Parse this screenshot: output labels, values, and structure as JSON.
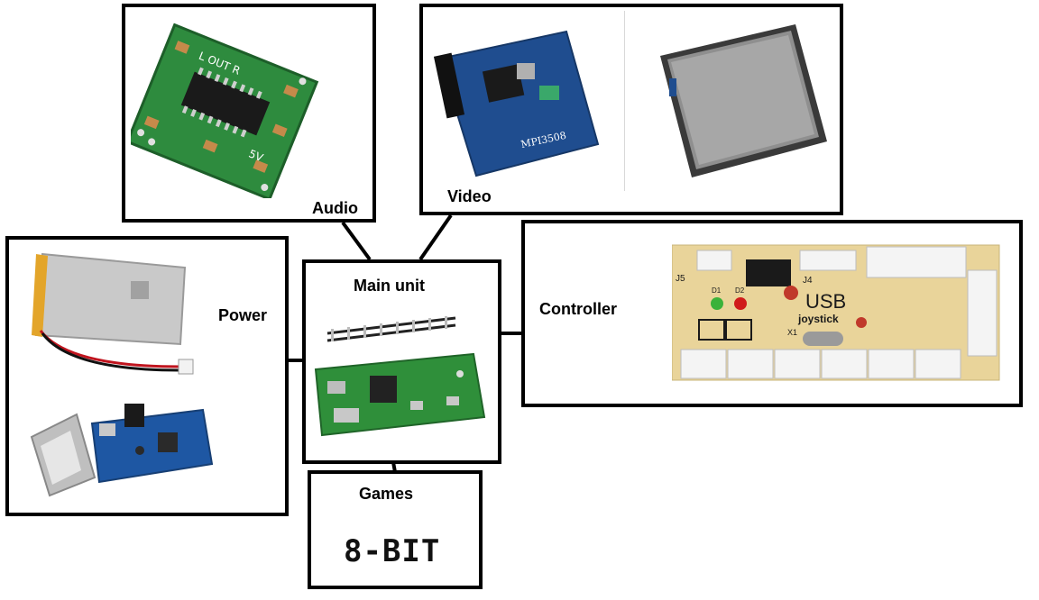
{
  "nodes": {
    "audio": {
      "label": "Audio",
      "board_silk": [
        "L OUT R",
        "5V"
      ]
    },
    "video": {
      "label": "Video",
      "board_silk": "MPI3508"
    },
    "power": {
      "label": "Power"
    },
    "main_unit": {
      "label": "Main unit"
    },
    "controller": {
      "label": "Controller",
      "board_silk": [
        "USB",
        "joystick",
        "J5",
        "J4",
        "D1",
        "D2",
        "X1"
      ]
    },
    "games": {
      "label": "Games",
      "logo_text": "8-BIT"
    }
  },
  "colors": {
    "border": "#000000",
    "audio_pcb": "#2e8b3e",
    "video_pcb": "#1f4d8f",
    "controller_pcb": "#e9d49a",
    "pi_pcb": "#2f8f3a",
    "battery": "#c9c9c9",
    "battery_wrap": "#e3a52a"
  }
}
